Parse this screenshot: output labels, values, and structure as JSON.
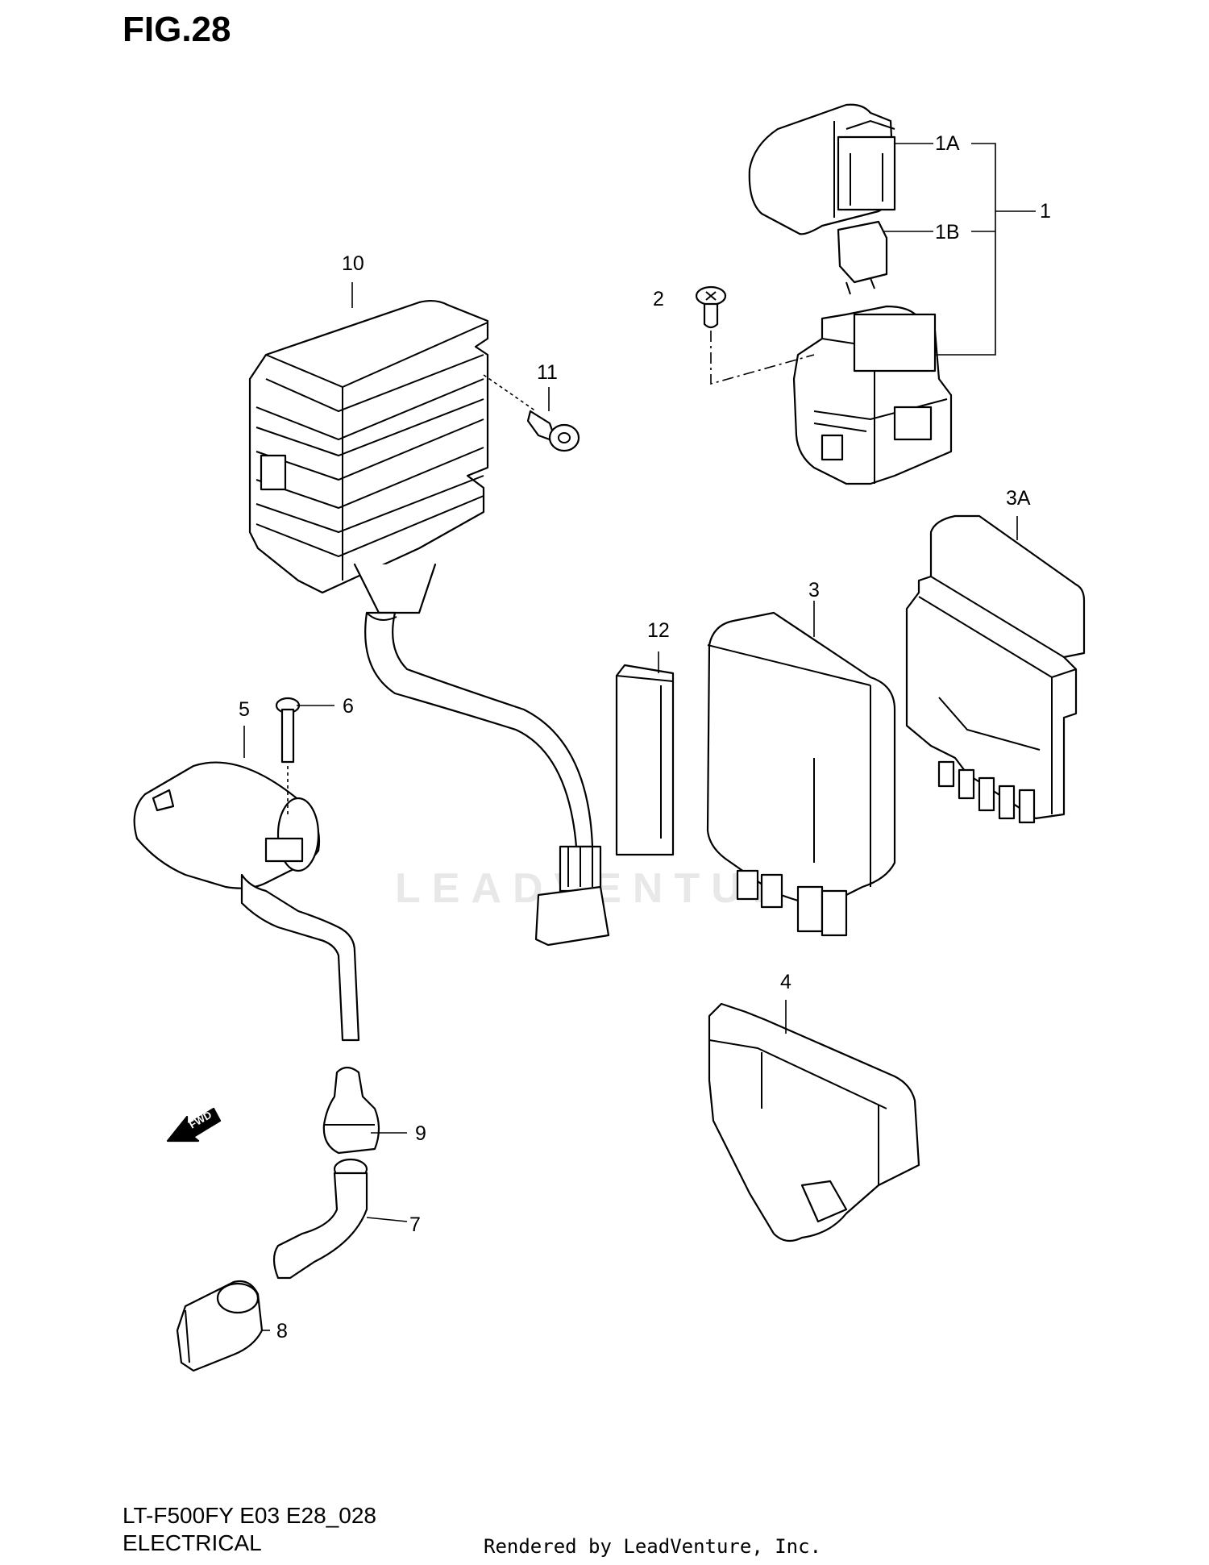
{
  "header": {
    "title": "FIG.28"
  },
  "footer": {
    "model": "LT-F500FY E03 E28_028",
    "section": "ELECTRICAL",
    "rendered_by": "Rendered by LeadVenture, Inc."
  },
  "watermark": {
    "text": "LEADVENTURE"
  },
  "callouts": {
    "c1": "1",
    "c1a": "1A",
    "c1b": "1B",
    "c2": "2",
    "c3": "3",
    "c3a": "3A",
    "c4": "4",
    "c5": "5",
    "c6": "6",
    "c7": "7",
    "c8": "8",
    "c9": "9",
    "c10": "10",
    "c11": "11",
    "c12": "12"
  },
  "fwd_label": "FWD"
}
